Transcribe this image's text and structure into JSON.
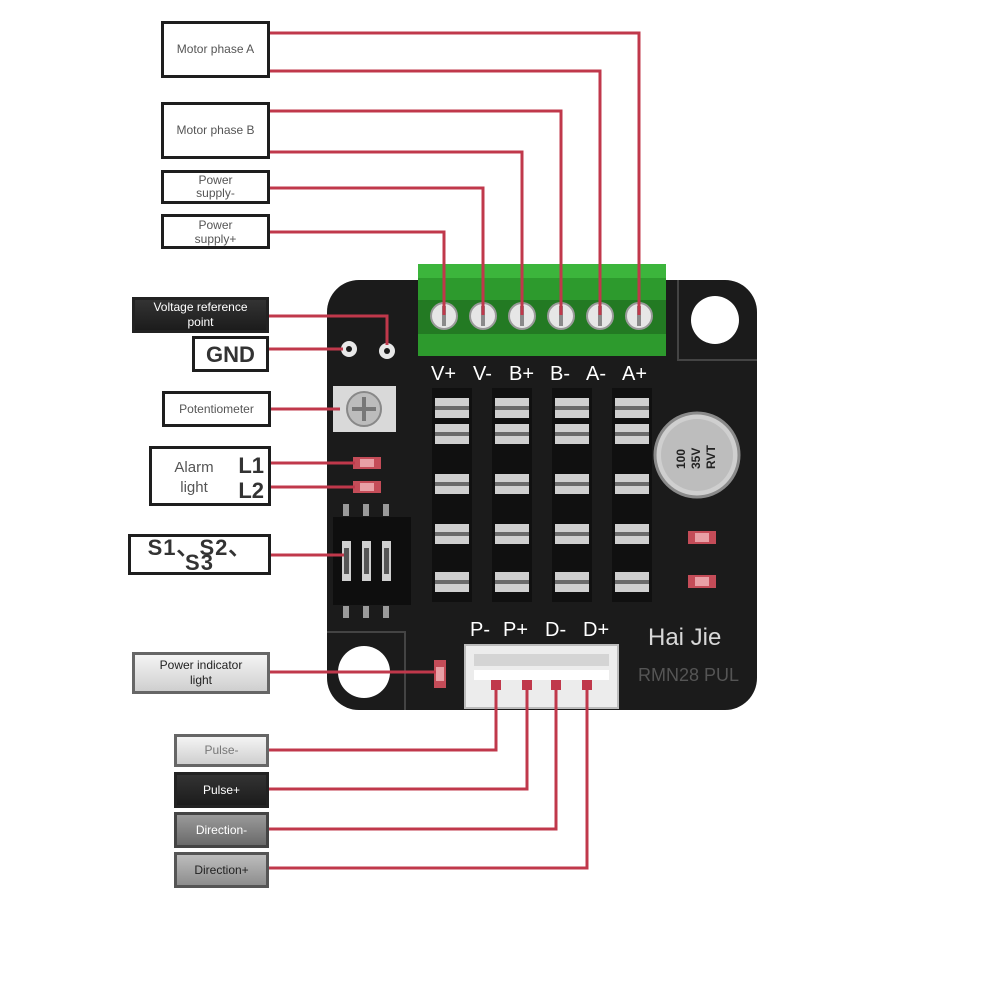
{
  "callouts": {
    "motor_phase_a": "Motor phase A",
    "motor_phase_b": "Motor phase B",
    "power_supply_minus": "Power supply-",
    "power_supply_plus": "Power supply+",
    "voltage_reference_point": "Voltage reference point",
    "gnd": "GND",
    "potentiometer": "Potentiometer",
    "alarm_light": "Alarm light",
    "alarm_l1": "L1",
    "alarm_l2": "L2",
    "switches": "S1、S2、S3",
    "power_indicator_light": "Power indicator light",
    "pulse_minus": "Pulse-",
    "pulse_plus": "Pulse+",
    "direction_minus": "Direction-",
    "direction_plus": "Direction+"
  },
  "board": {
    "top_terminals": [
      "V+",
      "V-",
      "B+",
      "B-",
      "A-",
      "A+"
    ],
    "bottom_terminals": [
      "P-",
      "P+",
      "D-",
      "D+"
    ],
    "brand": "Hai Jie",
    "model": "RMN28 PUL",
    "capacitor": [
      "100",
      "35V",
      "RVT"
    ]
  },
  "colors": {
    "wire": "#c0384b",
    "board": "#1b1b1b",
    "terminal_block": "#2d9a2d",
    "resistor": "#c44c58"
  }
}
